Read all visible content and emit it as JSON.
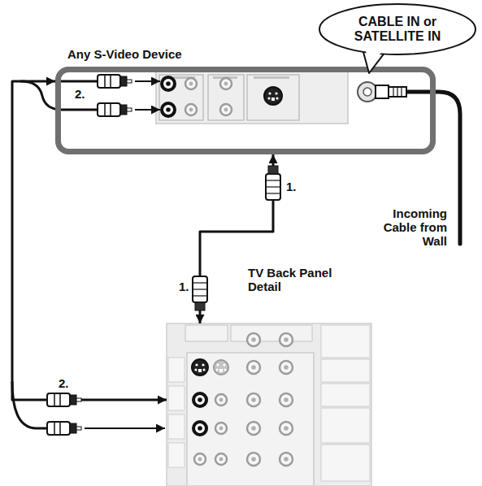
{
  "diagram": {
    "nodes": [
      {
        "text": [
          "Any S-Video Device"
        ]
      },
      {
        "text": [
          "CABLE IN or SATELLITE IN"
        ]
      },
      {
        "text": [
          "TV Back Panel Detail"
        ]
      }
    ],
    "edges": [
      {
        "from": 0,
        "to": 2,
        "arrow": "both"
      },
      {
        "from": 0,
        "to": 2,
        "arrow": "both"
      }
    ],
    "labels": [
      "2.",
      "1.",
      "1.",
      "2.",
      "Incoming Cable from Wall"
    ]
  }
}
